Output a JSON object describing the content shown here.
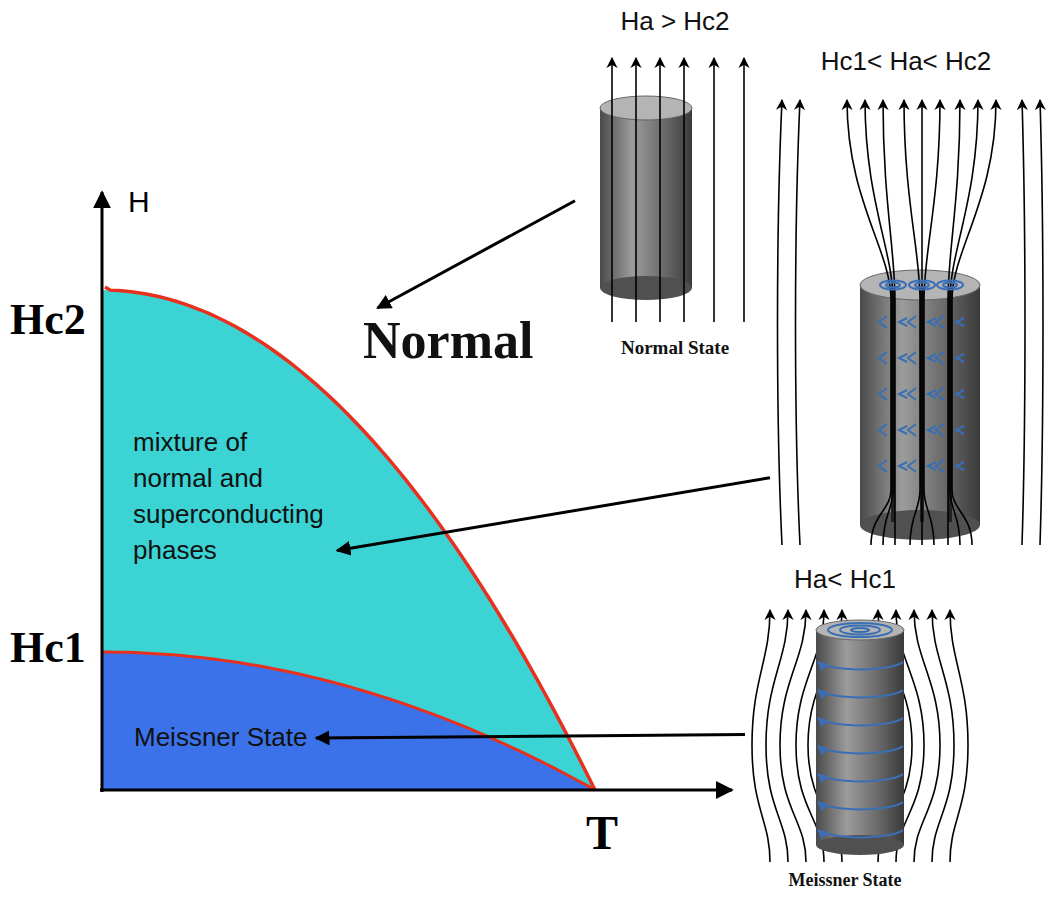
{
  "diagram": {
    "nodes": [
      {
        "text": [
          "Normal"
        ]
      },
      {
        "text": [
          "mixture of normal and superconducting phases"
        ]
      },
      {
        "text": [
          "Meissner State"
        ]
      },
      {
        "text": [
          "Ha > Hc2",
          "Normal State"
        ]
      },
      {
        "text": [
          "Hc1< Ha< Hc2"
        ]
      },
      {
        "text": [
          "Ha< Hc1",
          "Meissner State"
        ]
      }
    ],
    "edges": [
      {
        "from": 3,
        "to": 0,
        "arrow": "to"
      },
      {
        "from": 4,
        "to": 1,
        "arrow": "to"
      },
      {
        "from": 5,
        "to": 2,
        "arrow": "to"
      }
    ],
    "labels": [
      "H",
      "Hc2",
      "Hc1",
      "T"
    ]
  }
}
